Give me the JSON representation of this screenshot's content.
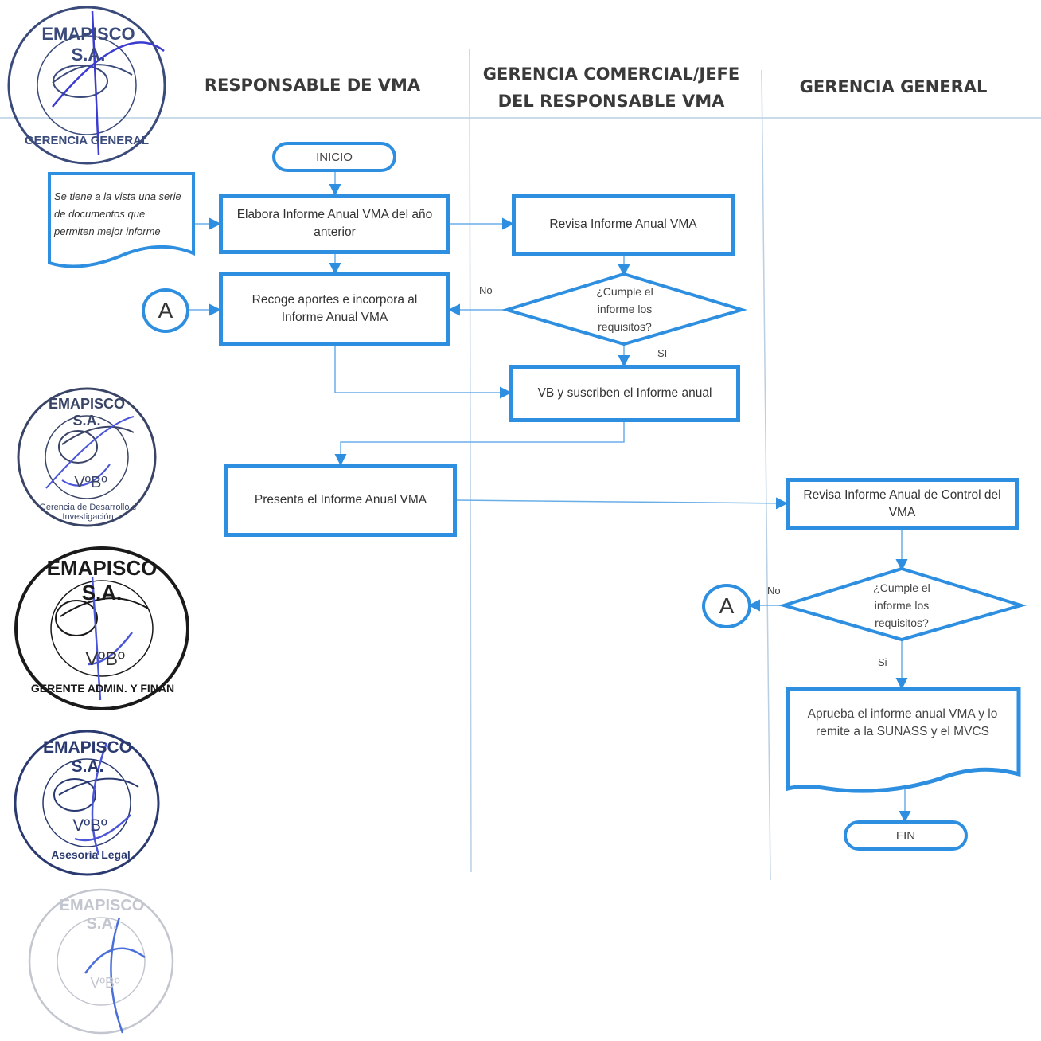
{
  "lanes": [
    {
      "title": "RESPONSABLE DE VMA"
    },
    {
      "title": "GERENCIA COMERCIAL/JEFE DEL RESPONSABLE VMA"
    },
    {
      "title": "GERENCIA GENERAL"
    }
  ],
  "terminals": {
    "start": "INICIO",
    "end": "FIN"
  },
  "note": "Se tiene a la vista una serie de documentos que permiten mejor informe",
  "steps": {
    "elabora": "Elabora Informe Anual VMA del año anterior",
    "recoge": "Recoge aportes e incorpora al Informe Anual VMA",
    "revisa": "Revisa Informe Anual VMA",
    "decision1": "¿Cumple el informe los requisitos?",
    "vb": "VB y suscriben el Informe anual",
    "presenta": "Presenta el Informe Anual VMA",
    "revisa_control": "Revisa Informe Anual de Control del VMA",
    "decision2": "¿Cumple el informe los requisitos?",
    "aprueba": "Aprueba el informe anual VMA y lo remite a la SUNASS y el MVCS"
  },
  "connectors": {
    "a1": "A",
    "a2": "A"
  },
  "labels": {
    "no1": "No",
    "si1": "SI",
    "no2": "No",
    "si2": "Si"
  },
  "stamps": [
    {
      "top": "EMAPISCO S.A.",
      "bottom": "GERENCIA GENERAL",
      "mid": ""
    },
    {
      "top": "EMAPISCO S.A.",
      "bottom": "Gerencia de Desarrollo e Investigación",
      "mid": "VºBº"
    },
    {
      "top": "EMAPISCO S.A.",
      "bottom": "GERENTE ADMIN. Y FINAN",
      "mid": "VºBº"
    },
    {
      "top": "EMAPISCO S.A.",
      "bottom": "Asesoría Legal",
      "mid": "VºBº"
    },
    {
      "top": "EMAPISCO S.A.",
      "bottom": "",
      "mid": "VºBº"
    }
  ],
  "colors": {
    "accent": "#2e8fe0",
    "stamp_dark": "#2a3a70",
    "stamp_light": "#b8bcc6"
  }
}
